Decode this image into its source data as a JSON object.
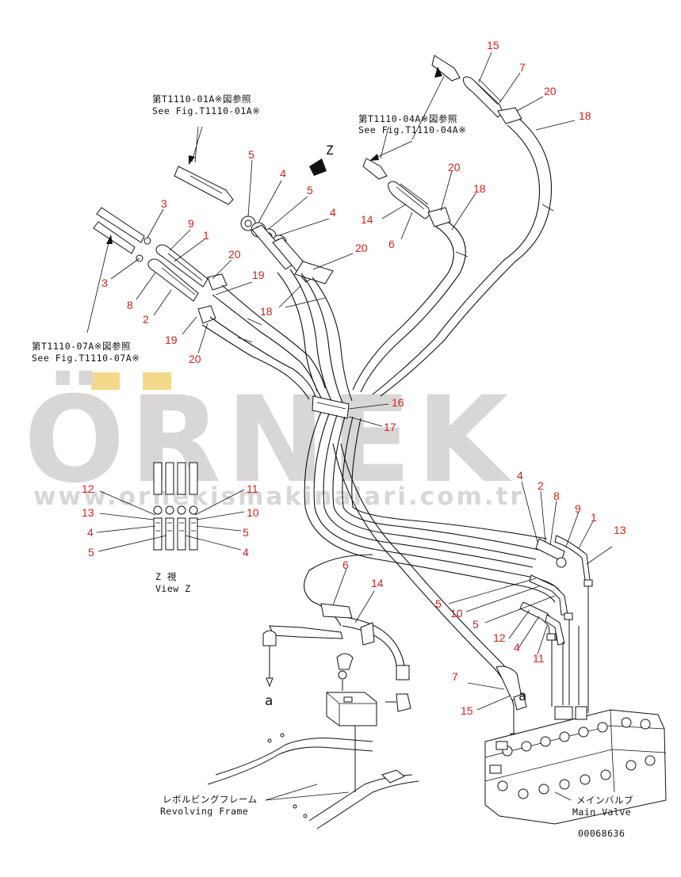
{
  "watermark": {
    "brand": "ÖRNEK",
    "url": "www.ornekismakinalari.com.tr",
    "umlaut_color": "#f5d98a"
  },
  "references": {
    "ref_01": {
      "jp": "第T1110-01A※図参照",
      "en": "See Fig.T1110-01A※"
    },
    "ref_04": {
      "jp": "第T1110-04A※図参照",
      "en": "See Fig.T1110-04A※"
    },
    "ref_07": {
      "jp": "第T1110-07A※図参照",
      "en": "See Fig.T1110-07A※"
    }
  },
  "view_marker": "Z",
  "view_z": {
    "jp": "Z 視",
    "en": "View Z"
  },
  "arrow_letter": "a",
  "revolving_frame": {
    "jp": "レボルビングフレーム",
    "en": "Revolving Frame"
  },
  "main_valve": {
    "jp": "メインバルブ",
    "en": "Main Valve"
  },
  "drawing_number": "00068636",
  "callouts": {
    "c15_top": "15",
    "c7_top": "7",
    "c20_top": "20",
    "c18_top": "18",
    "c5_a": "5",
    "c4_a": "4",
    "c5_b": "5",
    "c4_b": "4",
    "c20_mid": "20",
    "c18_mid": "18",
    "c14_top": "14",
    "c6_top": "6",
    "c20_b": "20",
    "c18_b": "18",
    "c3_a": "3",
    "c9_a": "9",
    "c1_a": "1",
    "c20_c": "20",
    "c19_a": "19",
    "c3_b": "3",
    "c8_a": "8",
    "c2_a": "2",
    "c19_b": "19",
    "c20_d": "20",
    "c16": "16",
    "c17": "17",
    "z12": "12",
    "z13": "13",
    "z4a": "4",
    "z5a": "5",
    "z11": "11",
    "z10": "10",
    "z5b": "5",
    "z4b": "4",
    "r4": "4",
    "r2": "2",
    "r8": "8",
    "r9": "9",
    "r1": "1",
    "r13": "13",
    "r5a": "5",
    "r10": "10",
    "r5b": "5",
    "r12": "12",
    "r4b": "4",
    "r11": "11",
    "b6": "6",
    "b14": "14",
    "b7": "7",
    "b15": "15"
  },
  "colors": {
    "callout": "#d41f1f",
    "line": "#111111",
    "watermark": "#d9d6d6"
  }
}
